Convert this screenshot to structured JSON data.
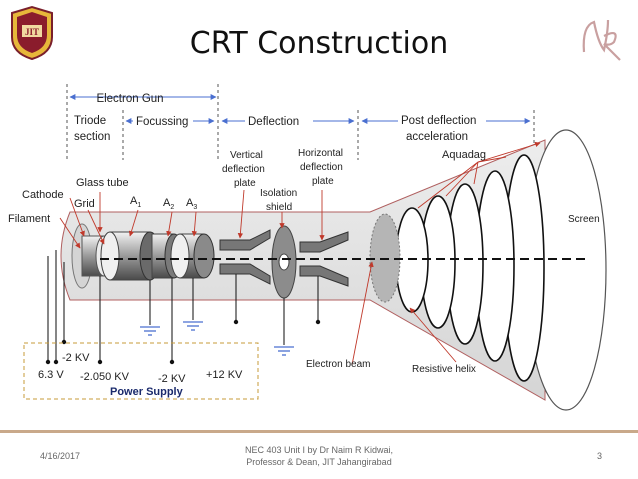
{
  "slide": {
    "title": "CRT Construction",
    "footer_date": "4/16/2017",
    "footer_line1": "NEC 403 Unit I by Dr Naim R Kidwai,",
    "footer_line2": "Professor & Dean, JIT Jahangirabad",
    "page_number": "3",
    "logo_left_text": "JIT",
    "accent_color": "#c9a98a",
    "label_color": "#2255cc"
  },
  "sections": {
    "electron_gun": "Electron Gun",
    "triode_1": "Triode",
    "triode_2": "section",
    "focussing": "Focussing",
    "deflection": "Deflection",
    "post_1": "Post deflection",
    "post_2": "acceleration"
  },
  "labels": {
    "aquadag": "Aquadag",
    "cathode": "Cathode",
    "glass_tube": "Glass tube",
    "grid": "Grid",
    "filament": "Filament",
    "a1": "A",
    "a1_sub": "1",
    "a2": "A",
    "a2_sub": "2",
    "a3": "A",
    "a3_sub": "3",
    "vertical_1": "Vertical",
    "vertical_2": "deflection",
    "vertical_3": "plate",
    "isolation_1": "Isolation",
    "isolation_2": "shield",
    "horizontal_1": "Horizontal",
    "horizontal_2": "deflection",
    "horizontal_3": "plate",
    "screen": "Screen",
    "electron_beam": "Electron beam",
    "resistive_helix": "Resistive helix"
  },
  "power_supply": {
    "label": "Power Supply",
    "v_minus2kv_top": "-2 KV",
    "v_6_3": "6.3 V",
    "v_minus2050": "-2.050 KV",
    "v_minus2kv": "-2 KV",
    "v_plus12": "+12 KV"
  }
}
